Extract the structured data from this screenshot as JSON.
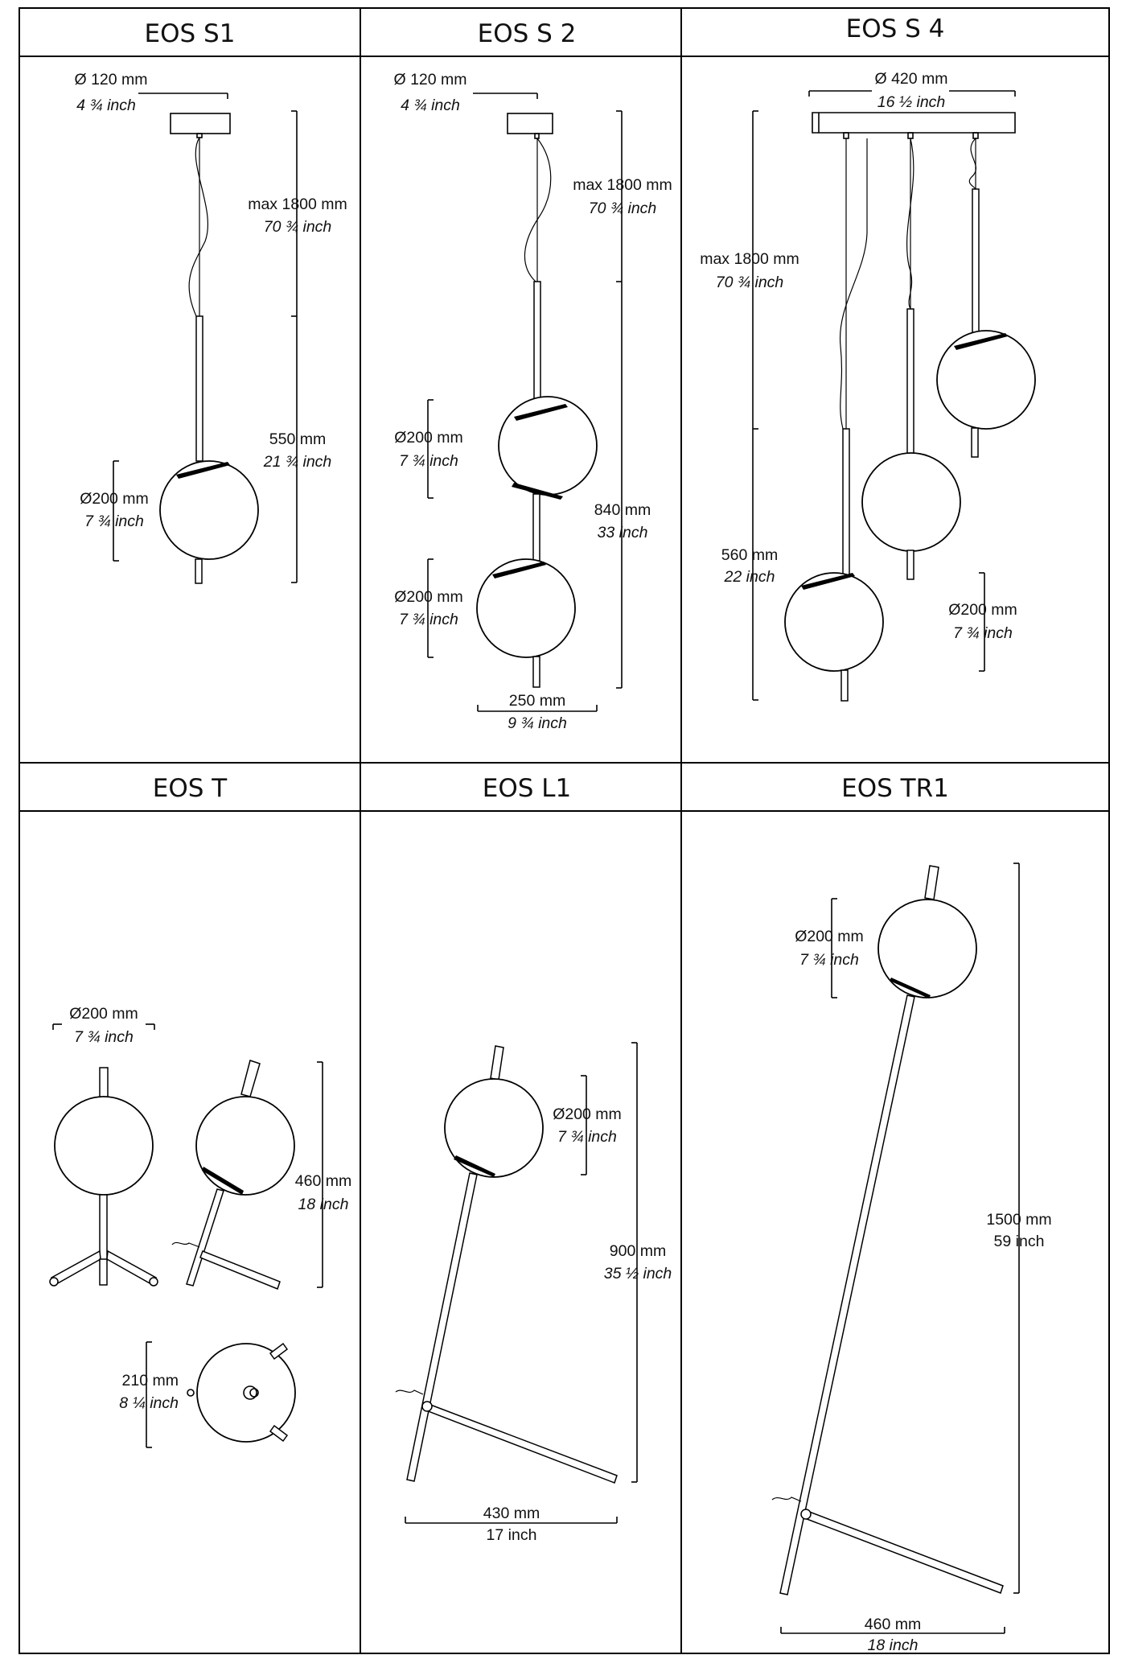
{
  "panels": {
    "s1": {
      "title": "EOS S1",
      "canopy": [
        "Ø 120 mm",
        "4 ¾ inch"
      ],
      "drop": [
        "max 1800 mm",
        "70 ¾ inch"
      ],
      "length": [
        "550 mm",
        "21 ¾ inch"
      ],
      "globe": [
        "Ø200 mm",
        "7 ¾ inch"
      ]
    },
    "s2": {
      "title": "EOS S 2",
      "canopy": [
        "Ø 120 mm",
        "4 ¾ inch"
      ],
      "drop": [
        "max 1800 mm",
        "70 ¾ inch"
      ],
      "globe_upper": [
        "Ø200 mm",
        "7 ¾ inch"
      ],
      "globe_lower": [
        "Ø200 mm",
        "7 ¾ inch"
      ],
      "length": [
        "840 mm",
        "33 inch"
      ],
      "width": [
        "250 mm",
        "9 ¾ inch"
      ]
    },
    "s4": {
      "title": "EOS S 4",
      "canopy": [
        "Ø 420 mm",
        "16 ½ inch"
      ],
      "drop": [
        "max 1800 mm",
        "70 ¾ inch"
      ],
      "length": [
        "560 mm",
        "22 inch"
      ],
      "globe": [
        "Ø200 mm",
        "7 ¾ inch"
      ]
    },
    "t": {
      "title": "EOS T",
      "globe": [
        "Ø200 mm",
        "7 ¾ inch"
      ],
      "height": [
        "460 mm",
        "18 inch"
      ],
      "base": [
        "210 mm",
        "8 ¼ inch"
      ]
    },
    "l1": {
      "title": "EOS L1",
      "globe": [
        "Ø200 mm",
        "7 ¾ inch"
      ],
      "height": [
        "900 mm",
        "35 ½ inch"
      ],
      "width": [
        "430 mm",
        "17 inch"
      ]
    },
    "tr1": {
      "title": "EOS TR1",
      "globe": [
        "Ø200 mm",
        "7 ¾ inch"
      ],
      "height": [
        "1500 mm",
        "59 inch"
      ],
      "width": [
        "460 mm",
        "18 inch"
      ]
    }
  }
}
